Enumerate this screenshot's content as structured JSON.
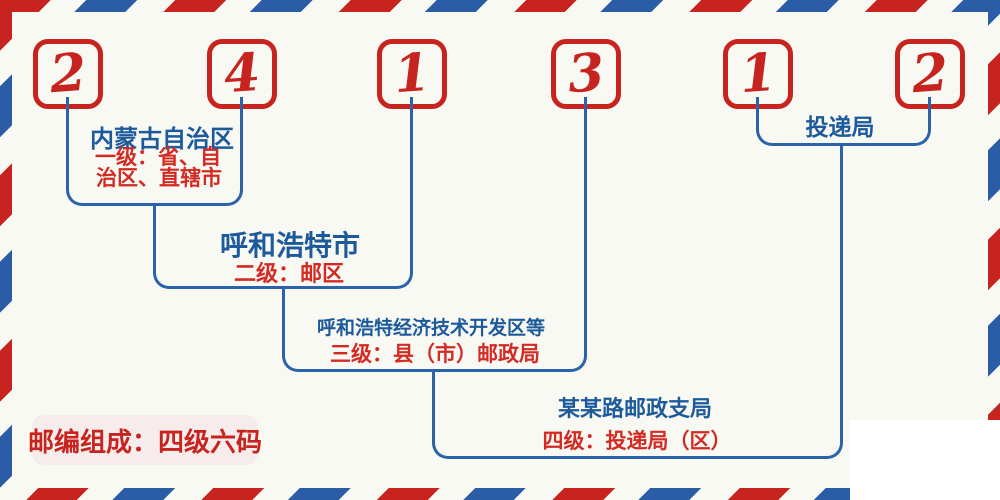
{
  "postal_code": {
    "digits": [
      "2",
      "4",
      "1",
      "3",
      "1",
      "2"
    ]
  },
  "levels": {
    "level1": {
      "place": "内蒙古自治区",
      "desc_line1": "一级：省、自",
      "desc_line2": "治区、直辖市"
    },
    "level2": {
      "place": "呼和浩特市",
      "desc": "二级：邮区"
    },
    "level3": {
      "place": "呼和浩特经济技术开发区等",
      "desc": "三级：县（市）邮政局"
    },
    "level4": {
      "place": "某某路邮政支局",
      "desc": "四级：投递局（区）"
    },
    "delivery": {
      "label": "投递局"
    }
  },
  "badge": {
    "text": "邮编组成：四级六码"
  },
  "colors": {
    "stripe_red": "#c8241f",
    "stripe_blue": "#2b5ca6",
    "line_blue": "#2b63a8",
    "text_blue": "#1d5a9c",
    "text_red": "#d32b24",
    "background": "#f8f9f3",
    "badge_background": "#f6ecec"
  }
}
